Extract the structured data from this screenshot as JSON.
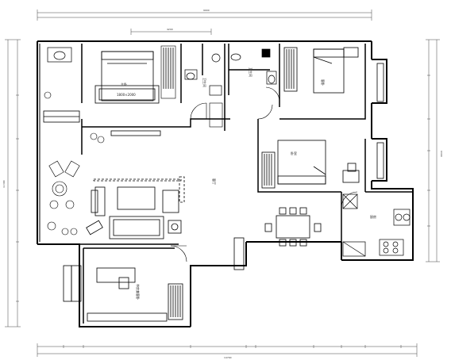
{
  "room_labels": {
    "master_bedroom": "主卧",
    "master_bath": "卫生间",
    "guest_bath": "卫生间",
    "second_bedroom": "客卧",
    "bedroom_center": "卧室",
    "living": "客厅",
    "kitchen": "厨房",
    "study": "书房兼客卧",
    "bed_size": "1800×2000"
  },
  "dimensions": {
    "top_overall": "9900",
    "top_mid": "4200",
    "bottom_overall": "14700",
    "left_overall": "11300",
    "right_overall": "6300"
  },
  "colors": {
    "wall": "#000000",
    "furniture": "#222222",
    "dim": "#444444"
  }
}
